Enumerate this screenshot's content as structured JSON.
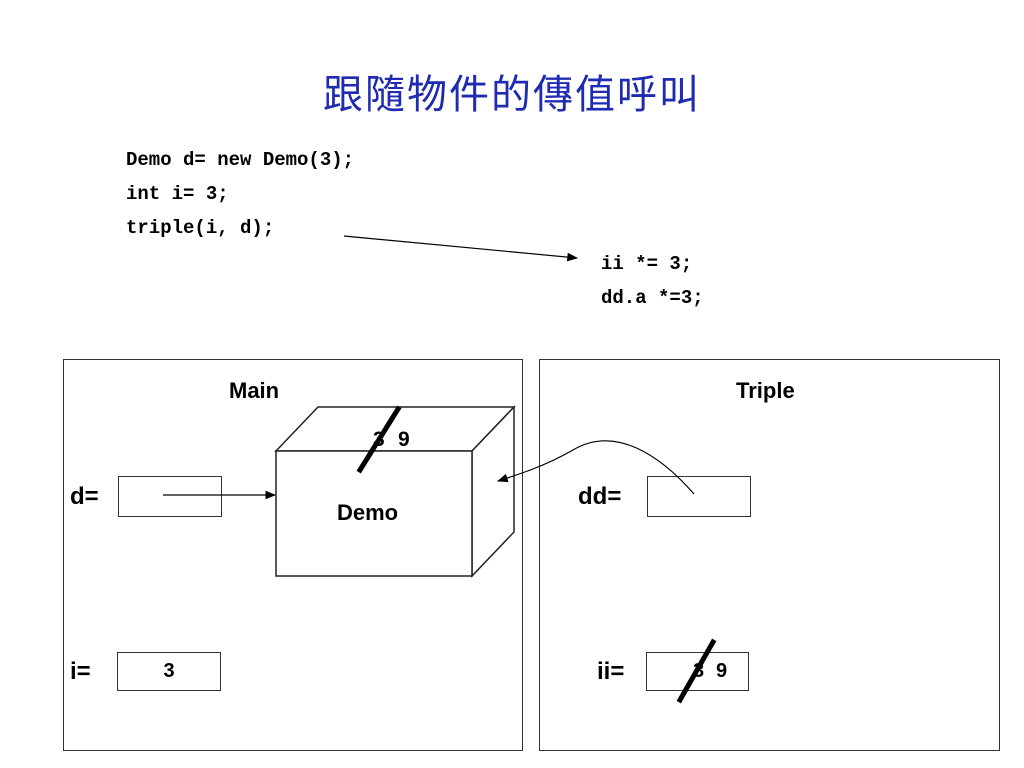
{
  "title": "跟隨物件的傳值呼叫",
  "caller_code": [
    "Demo d= new Demo(3);",
    "int i= 3;",
    "triple(i, d);"
  ],
  "callee_code": [
    "ii *= 3;",
    "dd.a *=3;"
  ],
  "main_frame": {
    "label": "Main",
    "d_label": "d=",
    "i_label": "i=",
    "i_value": "3"
  },
  "demo_object": {
    "label": "Demo",
    "old_value": "3",
    "new_value": "9"
  },
  "triple_frame": {
    "label": "Triple",
    "dd_label": "dd=",
    "ii_label": "ii=",
    "ii_old_value": "3",
    "ii_new_value": "9"
  },
  "colors": {
    "title": "#1f2bb0",
    "stroke": "#333333"
  }
}
